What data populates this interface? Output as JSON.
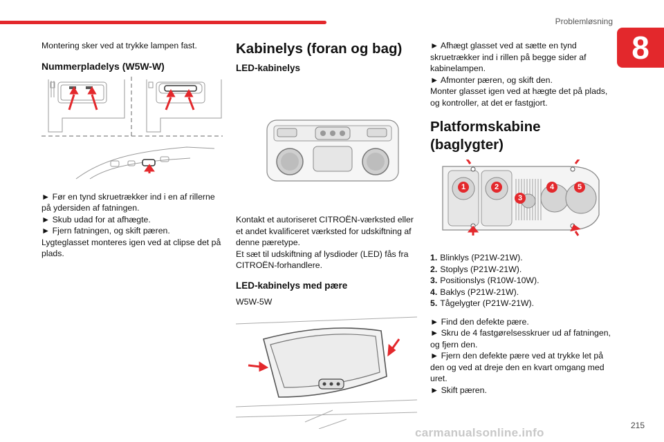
{
  "header": {
    "section": "Problemløsning",
    "chapter": "8"
  },
  "col1": {
    "intro": "Montering sker ved at trykke lampen fast.",
    "heading": "Nummerpladelys (W5W-W)",
    "steps": [
      "► Før en tynd skruetrækker ind i en af rillerne på ydersiden af fatningen.",
      "► Skub udad for at afhægte.",
      "► Fjern fatningen, og skift pæren."
    ],
    "note": "Lygteglasset monteres igen ved at clipse det på plads."
  },
  "col2": {
    "heading": "Kabinelys (foran og bag)",
    "sub1": "LED-kabinelys",
    "para1": "Kontakt et autoriseret CITROËN-værksted eller et andet kvalificeret værksted for udskiftning af denne pæretype.",
    "para2": "Et sæt til udskiftning af lysdioder (LED) fås fra CITROËN-forhandlere.",
    "sub2": "LED-kabinelys med pære",
    "bulb": "W5W-5W"
  },
  "col3": {
    "steps_top": [
      "► Afhægt glasset ved at sætte en tynd skruetrækker ind i rillen på begge sider af kabinelampen.",
      "► Afmonter pæren, og skift den."
    ],
    "note_top": "Monter glasset igen ved at hægte det på plads, og kontroller, at det er fastgjort.",
    "heading": "Platformskabine (baglygter)",
    "callouts": [
      "1",
      "2",
      "3",
      "4",
      "5"
    ],
    "legend": [
      {
        "n": "1.",
        "text": "Blinklys (P21W-21W)."
      },
      {
        "n": "2.",
        "text": "Stoplys (P21W-21W)."
      },
      {
        "n": "3.",
        "text": "Positionslys (R10W-10W)."
      },
      {
        "n": "4.",
        "text": "Baklys (P21W-21W)."
      },
      {
        "n": "5.",
        "text": "Tågelygter (P21W-21W)."
      }
    ],
    "steps_bottom": [
      "► Find den defekte pære.",
      "► Skru de 4 fastgørelsesskruer ud af fatningen, og fjern den.",
      "► Fjern den defekte pære ved at trykke let på den og ved at dreje den en kvart omgang med uret.",
      "► Skift pæren."
    ]
  },
  "footer": {
    "page": "215",
    "watermark": "carmanualsonline.info"
  },
  "colors": {
    "accent": "#e3282c"
  }
}
